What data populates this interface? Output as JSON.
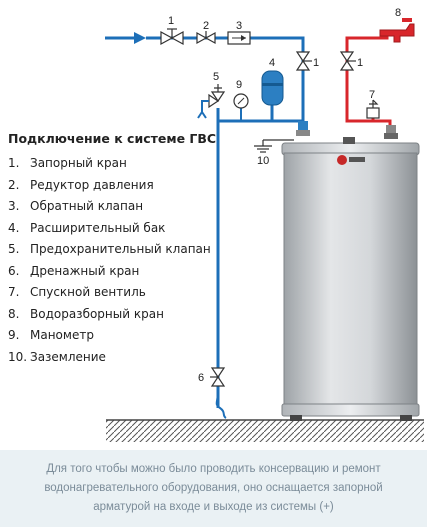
{
  "legend": {
    "title": "Подключение к системе ГВС",
    "items": [
      {
        "num": "1.",
        "label": "Запорный кран"
      },
      {
        "num": "2.",
        "label": "Редуктор давления"
      },
      {
        "num": "3.",
        "label": "Обратный клапан"
      },
      {
        "num": "4.",
        "label": "Расширительный бак"
      },
      {
        "num": "5.",
        "label": "Предохранительный клапан"
      },
      {
        "num": "6.",
        "label": "Дренажный кран"
      },
      {
        "num": "7.",
        "label": "Спускной вентиль"
      },
      {
        "num": "8.",
        "label": "Водоразборный кран"
      },
      {
        "num": "9.",
        "label": "Манометр"
      },
      {
        "num": "10.",
        "label": "Заземление"
      }
    ]
  },
  "labels": {
    "l1a": "1",
    "l2": "2",
    "l3": "3",
    "l1b": "1",
    "l1c": "1",
    "l4": "4",
    "l5": "5",
    "l6": "6",
    "l7": "7",
    "l8": "8",
    "l9": "9",
    "l10": "10"
  },
  "caption": "Для того чтобы можно было проводить консервацию и ремонт водонагревательного оборудования, оно оснащается запорной арматурой на входе и выходе из системы (+)",
  "colors": {
    "cold_pipe": "#1d6fb8",
    "hot_pipe": "#d8262b",
    "tank": "#c9cdd0",
    "caption_bg": "#eaf1f4"
  }
}
